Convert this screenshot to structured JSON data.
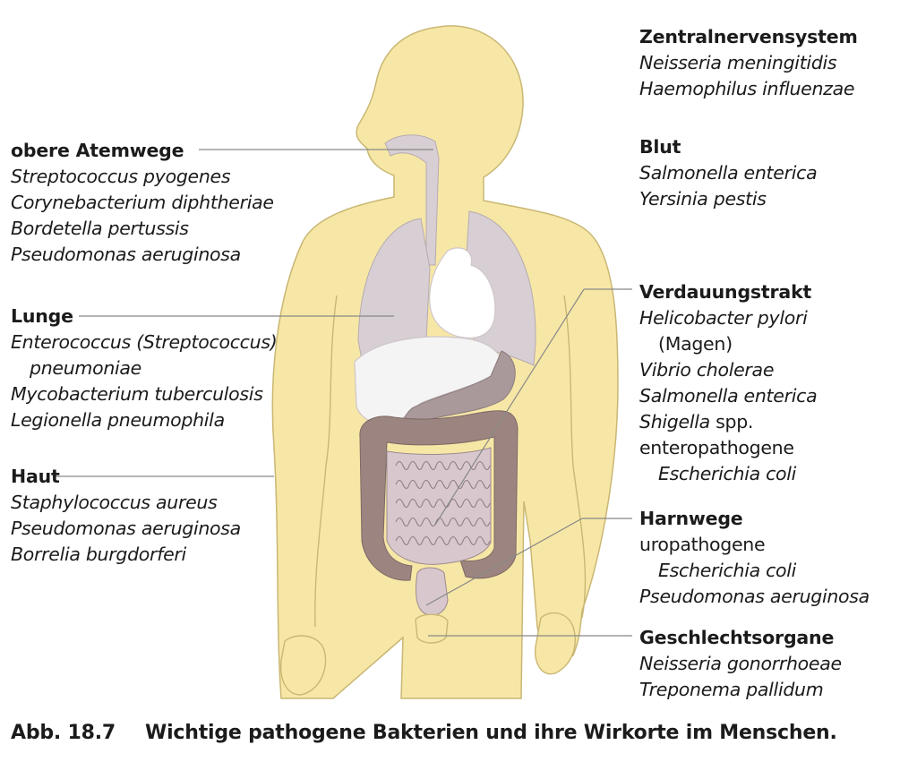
{
  "caption": {
    "number": "Abb. 18.7",
    "text": "Wichtige pathogene Bakterien und ihre Wirkorte im Menschen."
  },
  "groups": [
    {
      "id": "obere-atemwege",
      "title": "obere Atemwege",
      "lines": [
        {
          "text": "Streptococcus pyogenes"
        },
        {
          "text": "Corynebacterium diphtheriae"
        },
        {
          "text": "Bordetella pertussis"
        },
        {
          "text": "Pseudomonas aeruginosa"
        }
      ]
    },
    {
      "id": "lunge",
      "title": "Lunge",
      "lines": [
        {
          "text": "Enterococcus (Streptococcus)"
        },
        {
          "text": "pneumoniae",
          "indent": true
        },
        {
          "text": "Mycobacterium tuberculosis"
        },
        {
          "text": "Legionella pneumophila"
        }
      ]
    },
    {
      "id": "haut",
      "title": "Haut",
      "lines": [
        {
          "text": "Staphylococcus aureus"
        },
        {
          "text": "Pseudomonas aeruginosa"
        },
        {
          "text": "Borrelia burgdorferi"
        }
      ]
    },
    {
      "id": "zentralnervensystem",
      "title": "Zentralnervensystem",
      "lines": [
        {
          "text": "Neisseria meningitidis"
        },
        {
          "text": "Haemophilus influenzae"
        }
      ]
    },
    {
      "id": "blut",
      "title": "Blut",
      "lines": [
        {
          "text": "Salmonella enterica"
        },
        {
          "text": "Yersinia pestis"
        }
      ]
    },
    {
      "id": "verdauungstrakt",
      "title": "Verdauungstrakt",
      "lines": [
        {
          "text": "Helicobacter pylori"
        },
        {
          "text": "(Magen)",
          "indent": true,
          "upright": true
        },
        {
          "text": "Vibrio cholerae"
        },
        {
          "text": "Salmonella enterica"
        },
        {
          "text": "Shigella",
          "suffix": " spp."
        },
        {
          "text": "enteropathogene",
          "upright": true
        },
        {
          "text": "Escherichia coli",
          "indent": true
        }
      ]
    },
    {
      "id": "harnwege",
      "title": "Harnwege",
      "lines": [
        {
          "text": "uropathogene",
          "upright": true
        },
        {
          "text": "Escherichia coli",
          "indent": true
        },
        {
          "text": "Pseudomonas aeruginosa"
        }
      ]
    },
    {
      "id": "geschlechtsorgane",
      "title": "Geschlechtsorgane",
      "lines": [
        {
          "text": "Neisseria gonorrhoeae"
        },
        {
          "text": "Treponema pallidum"
        }
      ]
    }
  ],
  "colors": {
    "skin": "#f7e7a6",
    "skin_outline": "#c9b774",
    "lung": "#d7cfd3",
    "heart": "#ffffff",
    "liver": "#f4f4f4",
    "intestine": "#d8c8cd",
    "colon": "#9c8580",
    "stomach": "#a9999b",
    "leader_line": "#888888",
    "text": "#1b1b1b"
  }
}
